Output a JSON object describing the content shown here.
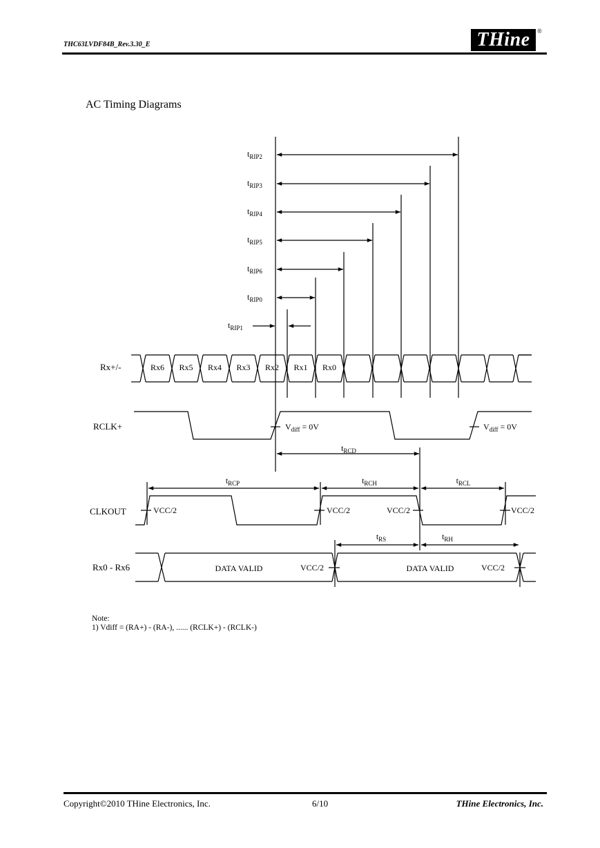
{
  "header": {
    "doc_id": "THC63LVDF84B_Rev.3.30_E",
    "logo_text": "THine",
    "logo_mark": "®"
  },
  "section_title": "AC Timing Diagrams",
  "diagram": {
    "timing_params": [
      {
        "main": "t",
        "sub": "RIP2"
      },
      {
        "main": "t",
        "sub": "RIP3"
      },
      {
        "main": "t",
        "sub": "RIP4"
      },
      {
        "main": "t",
        "sub": "RIP5"
      },
      {
        "main": "t",
        "sub": "RIP6"
      },
      {
        "main": "t",
        "sub": "RIP0"
      },
      {
        "main": "t",
        "sub": "RIP1"
      }
    ],
    "signals": [
      "Rx+/-",
      "RCLK+",
      "CLKOUT",
      "Rx0 - Rx6"
    ],
    "rx_bits": [
      "Rx6",
      "Rx5",
      "Rx4",
      "Rx3",
      "Rx2",
      "Rx1",
      "Rx0"
    ],
    "vdiff_label": {
      "main": "V",
      "sub": "diff",
      "tail": " = 0V"
    },
    "clk_params": [
      {
        "main": "t",
        "sub": "RCD"
      },
      {
        "main": "t",
        "sub": "RCP"
      },
      {
        "main": "t",
        "sub": "RCH"
      },
      {
        "main": "t",
        "sub": "RCL"
      },
      {
        "main": "t",
        "sub": "RS"
      },
      {
        "main": "t",
        "sub": "RH"
      }
    ],
    "vcc_label": "VCC/2",
    "data_valid": "DATA VALID"
  },
  "note": {
    "title": "Note:",
    "line1": "1) Vdiff = (RA+) - (RA-), ...... (RCLK+) - (RCLK-)"
  },
  "footer": {
    "copyright": "Copyright©2010 THine Electronics, Inc.",
    "page": "6/10",
    "company": "THine Electronics, Inc."
  }
}
